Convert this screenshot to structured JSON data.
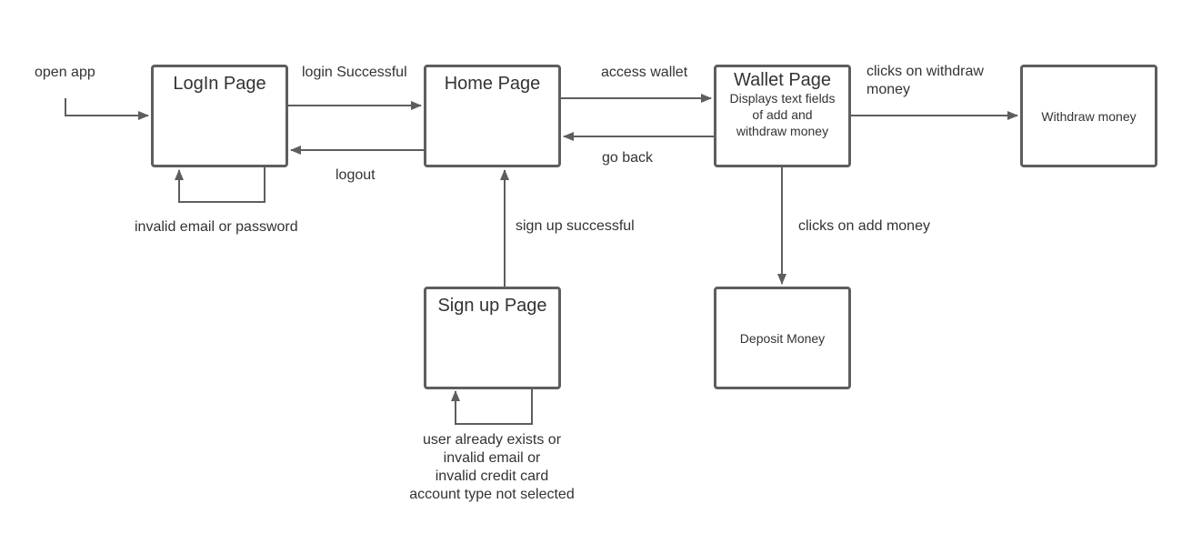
{
  "diagram": {
    "nodes": {
      "login": {
        "title": "LogIn Page"
      },
      "home": {
        "title": "Home Page"
      },
      "wallet": {
        "title": "Wallet Page",
        "description": "Displays text fields\nof add and\nwithdraw money"
      },
      "withdraw": {
        "title": "Withdraw money"
      },
      "signup": {
        "title": "Sign up Page"
      },
      "deposit": {
        "title": "Deposit Money"
      }
    },
    "edges": {
      "open_app": "open app",
      "login_successful": "login Successful",
      "logout": "logout",
      "invalid_login": "invalid email or password",
      "access_wallet": "access wallet",
      "go_back": "go back",
      "clicks_withdraw": "clicks on withdraw\nmoney",
      "clicks_add": "clicks on add money",
      "sign_up_successful": "sign up successful",
      "signup_errors": "user already exists or\ninvalid email or\ninvalid credit card\naccount type not selected"
    },
    "colors": {
      "stroke": "#5e5e5e",
      "text": "#333333",
      "background": "#ffffff"
    }
  }
}
